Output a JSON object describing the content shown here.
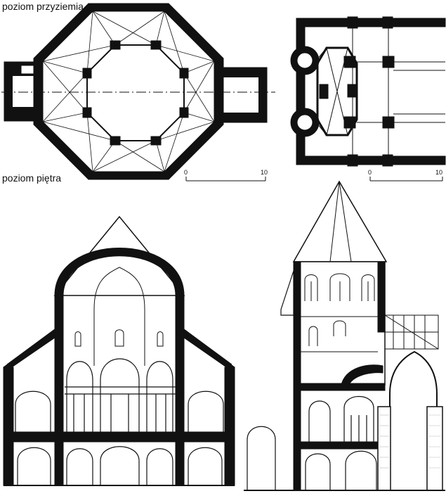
{
  "labels": {
    "ground_floor": "poziom przyziemia",
    "upper_floor": "poziom piętra"
  },
  "scale_bars": [
    {
      "start": "0",
      "end": "10"
    },
    {
      "start": "0",
      "end": "10"
    }
  ],
  "colors": {
    "ink": "#111111",
    "paper": "#ffffff",
    "hatch": "#bbbbbb"
  }
}
